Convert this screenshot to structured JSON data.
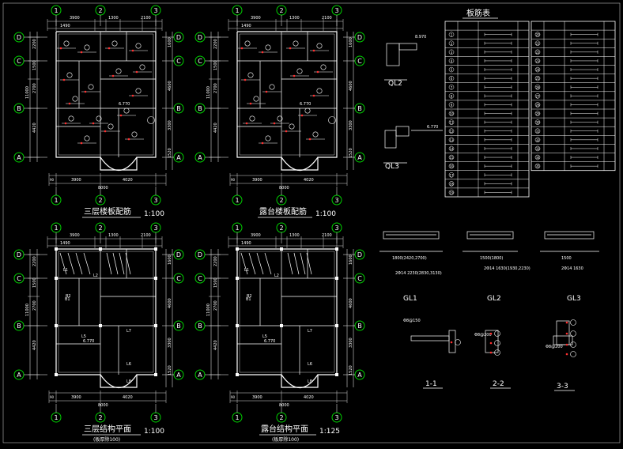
{
  "colors": {
    "background": "#000000",
    "line": "#ffffff",
    "dim": "#d8d8d8",
    "grid_bubble": "#00d000",
    "marker": "#ff3030",
    "text": "#ffffff"
  },
  "plans": {
    "p1_title": "三层楼板配筋",
    "p1_scale": "1:100",
    "p2_title": "露台楼板配筋",
    "p2_scale": "1:100",
    "p3_title": "三层结构平面",
    "p3_scale": "1:100",
    "p3_sub": "(板厚除100)",
    "p4_title": "露台结构平面",
    "p4_scale": "1:125",
    "p4_sub": "(板厚除100)"
  },
  "axes": {
    "top": [
      "1",
      "2",
      "3"
    ],
    "left": [
      "D",
      "C",
      "B",
      "A"
    ],
    "right": [
      "D",
      "C",
      "B",
      "A"
    ],
    "bottom": [
      "1",
      "2",
      "3"
    ]
  },
  "dims": {
    "top_a": "3900",
    "top_b": "1300",
    "top_c": "2100",
    "top_d": "1490",
    "top_e": "3900",
    "bottom_a": "3900",
    "bottom_b": "4020",
    "bottom_total": "8000",
    "bottom_90": "90",
    "left_1": "2200",
    "left_2": "1500",
    "left_3": "2700",
    "left_4": "4420",
    "left_total": "11000",
    "right_1": "1600",
    "right_2": "4600",
    "right_3": "3300",
    "right_4": "1520",
    "level": "6.770",
    "level2": "8.970"
  },
  "slab_labels": {
    "l1": "L1",
    "l2": "L2",
    "l5": "L5",
    "l6": "L6",
    "l7": "L7",
    "l8": "L8",
    "b1": "B1",
    "b2": "B2"
  },
  "rebar_table": {
    "title": "板筋表",
    "rows_left": [
      "1",
      "2",
      "3",
      "4",
      "5",
      "6",
      "7",
      "8",
      "9",
      "10",
      "11",
      "12",
      "13",
      "14",
      "15",
      "16",
      "17",
      "18",
      "19"
    ],
    "rows_right": [
      "20",
      "21",
      "22",
      "23",
      "24",
      "25",
      "26",
      "27",
      "28",
      "29",
      "30",
      "31",
      "32",
      "33",
      "34",
      "35"
    ]
  },
  "beams": {
    "gl1": "GL1",
    "gl2": "GL2",
    "gl3": "GL3",
    "ql2": "QL2",
    "ql3": "QL3",
    "gl1_l1": "1800(2420,2700)",
    "gl1_l2": "2Φ14 2230(2830,3130)",
    "gl2_l1": "1500(1800)",
    "gl2_l2": "2Φ14 1630(1930,2230)",
    "gl3_l1": "1500",
    "gl3_l2": "2Φ14 1630"
  },
  "sections": {
    "s11": "1-1",
    "s22": "2-2",
    "s33": "3-3",
    "s11_note": "Φ8@150",
    "s22_note": "Φ8@200",
    "s33_note": "Φ8@200"
  }
}
